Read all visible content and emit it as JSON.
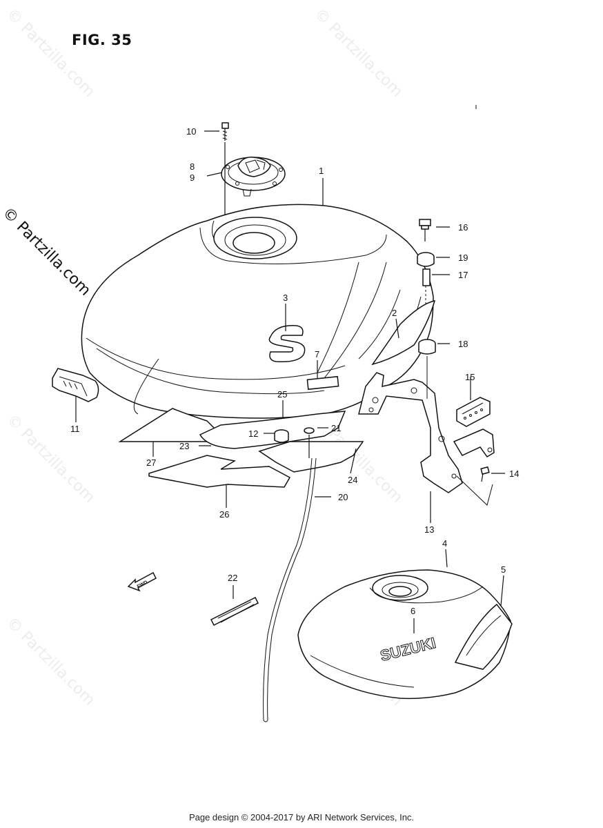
{
  "figure": {
    "title": "FIG. 35"
  },
  "watermark": {
    "text": "© Partzilla.com",
    "main_text": "© Partzilla.com"
  },
  "emblem": {
    "letter": "S"
  },
  "tank_logo": {
    "text": "SUZUKI"
  },
  "fwd_marker": {
    "text": "FWD"
  },
  "callouts": [
    "1",
    "2",
    "3",
    "4",
    "5",
    "6",
    "7",
    "8",
    "9",
    "10",
    "11",
    "12",
    "13",
    "14",
    "15",
    "16",
    "17",
    "18",
    "19",
    "20",
    "21",
    "22",
    "23",
    "24",
    "25",
    "26",
    "27"
  ],
  "footer": {
    "text": "Page design © 2004-2017 by ARI Network Services, Inc."
  }
}
